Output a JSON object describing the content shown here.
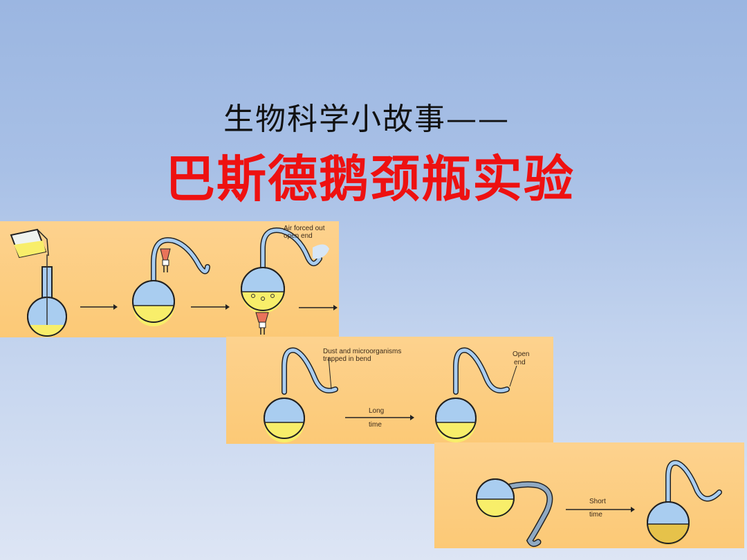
{
  "slide": {
    "subtitle": "生物科学小故事——",
    "title": "巴斯德鹅颈瓶实验",
    "title_color": "#ee1111",
    "subtitle_color": "#111111",
    "background": [
      "#9bb6e1",
      "#dde5f4"
    ]
  },
  "panels": [
    {
      "name": "panel-1-preparation",
      "labels": {
        "air": [
          "Air forced out",
          "open end"
        ]
      },
      "steps": [
        "pour-broth",
        "bend-neck-with-flame",
        "boil-broth"
      ]
    },
    {
      "name": "panel-2-long-time",
      "labels": {
        "dust": [
          "Dust and microorganisms",
          "trapped in bend"
        ],
        "arrow_top": "Long",
        "arrow_bottom": "time",
        "open": [
          "Open",
          "end"
        ]
      }
    },
    {
      "name": "panel-3-short-time",
      "labels": {
        "arrow_top": "Short",
        "arrow_bottom": "time"
      }
    }
  ],
  "colors": {
    "panel": "#fdd28e",
    "flask_glass": "#a9cdf0",
    "broth": "#f8ee6a",
    "outline": "#222222",
    "flame": "#e9735a"
  }
}
